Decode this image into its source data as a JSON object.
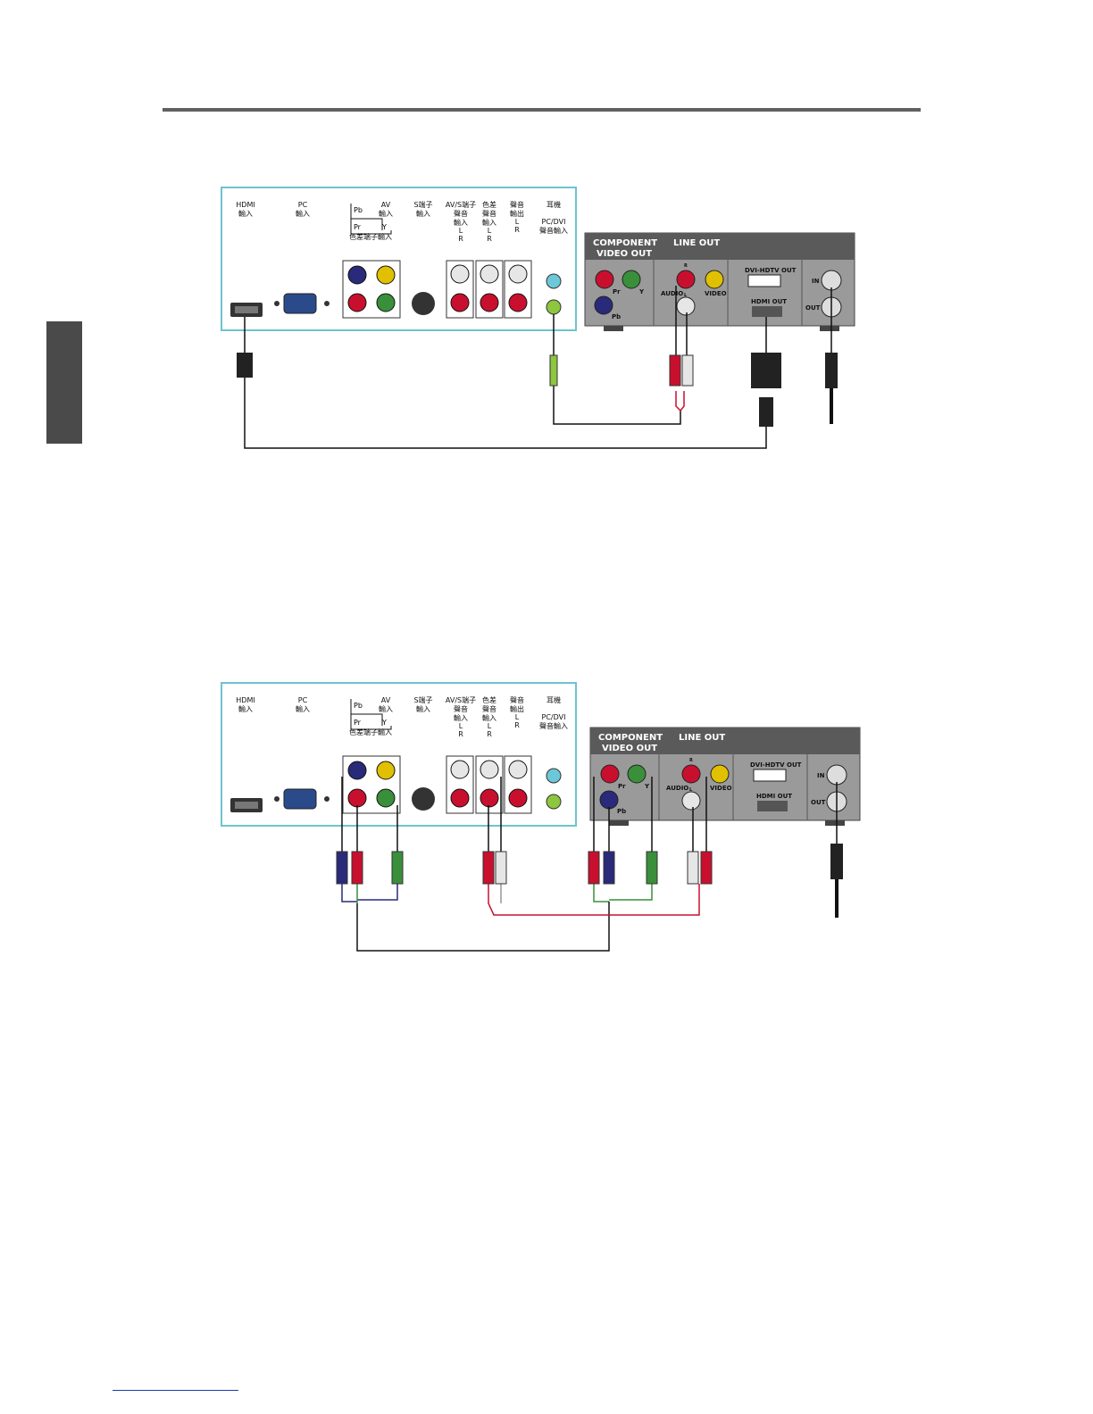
{
  "tv_panel": {
    "labels": {
      "hdmi": [
        "HDMI",
        "輸入"
      ],
      "pc": [
        "PC",
        "輸入"
      ],
      "comp_pb": "Pb",
      "comp_pr": "Pr",
      "comp_y": "Y",
      "av": [
        "AV",
        "輸入"
      ],
      "comp_caption": "色差端子輸入",
      "svideo": [
        "S端子",
        "輸入"
      ],
      "av_s_audio": [
        "AV/S端子",
        "聲音",
        "輸入",
        "L",
        "R"
      ],
      "comp_audio": [
        "色差",
        "聲音",
        "輸入",
        "L",
        "R"
      ],
      "audio_out": [
        "聲音",
        "輸出",
        "L",
        "R"
      ],
      "headphone": "耳機",
      "pc_dvi_audio": [
        "PC/DVI",
        "聲音輸入"
      ]
    }
  },
  "source_device": {
    "component_video_out": [
      "COMPONENT",
      "VIDEO OUT"
    ],
    "line_out": "LINE OUT",
    "jack_pr": "Pr",
    "jack_y": "Y",
    "jack_pb": "Pb",
    "audio": "AUDIO",
    "audio_r": "R",
    "audio_l": "L",
    "video": "VIDEO",
    "dvi_hdtv_out": "DVI-HDTV OUT",
    "hdmi_out": "HDMI OUT",
    "rf_in": "IN",
    "rf_out": "OUT"
  },
  "colors": {
    "panel_border": "#6cc4cf",
    "device_body": "#9a9a9a",
    "device_top": "#5a5a5a",
    "red_plug": "#c8102e",
    "green_plug": "#3a8f3a",
    "blue_plug": "#2a2a7a",
    "yellow_plug": "#e0c000",
    "white_plug": "#e6e6e6",
    "teal_jack": "#6cc8d8",
    "lime_jack": "#8dc63f"
  }
}
